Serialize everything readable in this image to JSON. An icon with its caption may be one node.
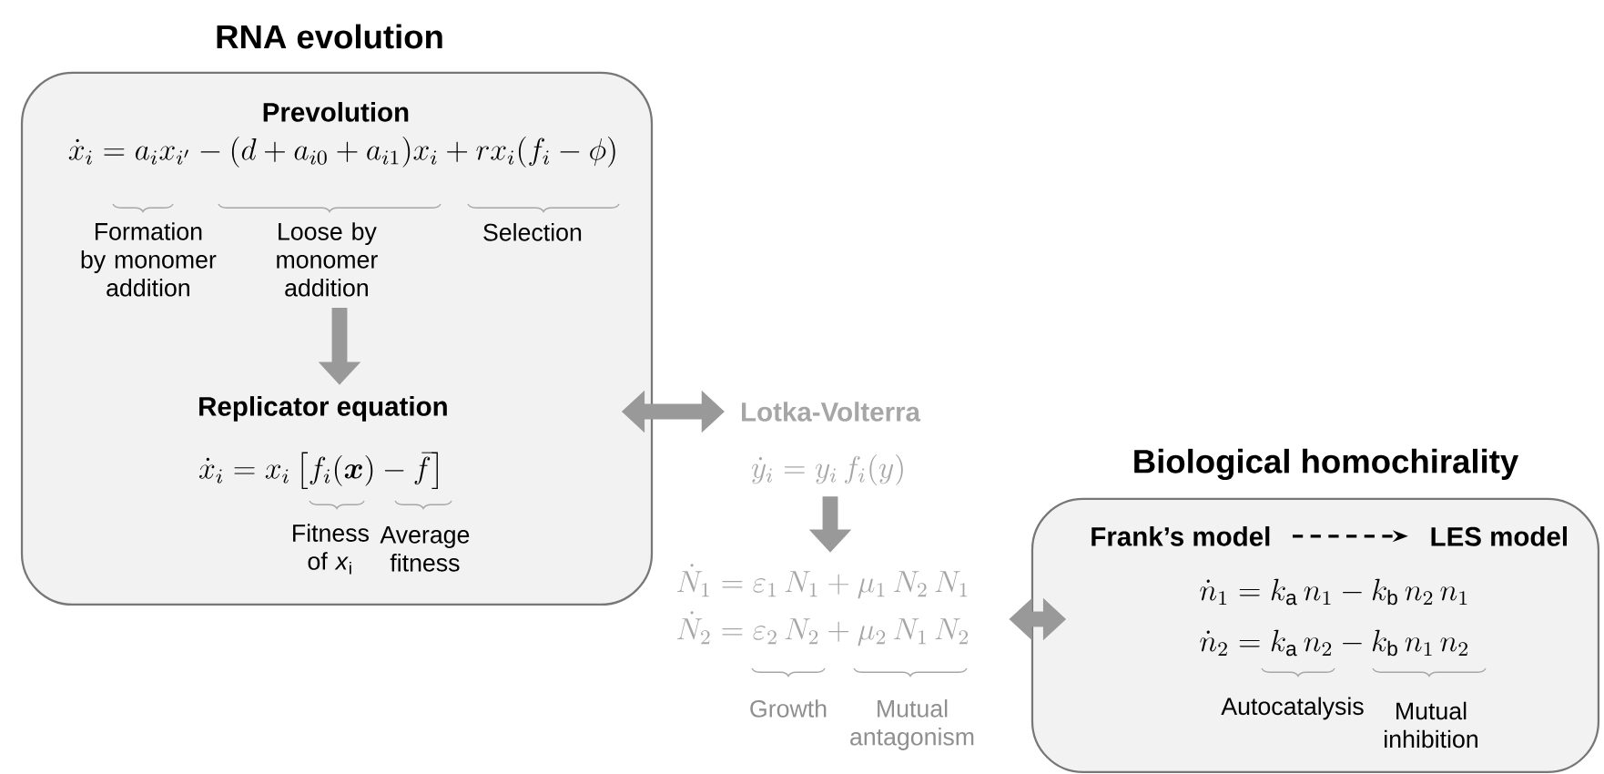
{
  "diagram": {
    "nodes": [
      {
        "text": [
          "RNA evolution"
        ]
      },
      {
        "text": [
          "Prevolution",
          "\\dot{x}_i = a_i x_{i'} - (d + a_{i0} + a_{i1}) x_i + r x_i (f_i - \\phi)",
          "Formation by monomer addition",
          "Loose by monomer addition",
          "Selection"
        ],
        "in": 0
      },
      {
        "text": [
          "Replicator equation",
          "\\dot{x}_i = x_i \\left[ f_i(\\boldsymbol{x}) - \\bar{f} \\right]",
          "Fitness of *x*$_{i}$",
          "Average fitness"
        ],
        "in": 0
      },
      {
        "text": [
          "Lotka-Volterra",
          "\\dot{y}_i = y_i\\, f_i(y)"
        ]
      },
      {
        "text": [
          "\\dot{N}_1 = \\varepsilon_1\\, N_1 + \\mu_1\\, N_2\\, N_1",
          "\\dot{N}_2 = \\varepsilon_2\\, N_2 + \\mu_2\\, N_1\\, N_2",
          "Growth",
          "Mutual antagonism"
        ]
      },
      {
        "text": [
          "Biological homochirality",
          "\\dot{n}_1 = k_{\\mathrm{a}}\\, n_1 - k_{\\mathrm{b}}\\, n_2\\, n_1",
          "\\dot{n}_2 = k_{\\mathrm{a}}\\, n_2 - k_{\\mathrm{b}}\\, n_1\\, n_2",
          "Autocatalysis",
          "Mutual inhibition"
        ]
      },
      {
        "text": [
          "Frank’s model"
        ],
        "in": 5
      },
      {
        "text": [
          "LES model"
        ],
        "in": 5
      }
    ],
    "edges": [
      {
        "from": 1,
        "to": 2,
        "arrow": "to"
      },
      {
        "from": 0,
        "to": 3,
        "arrow": "both"
      },
      {
        "from": 3,
        "to": 4,
        "arrow": "to"
      },
      {
        "from": 4,
        "to": 5,
        "arrow": "both"
      },
      {
        "from": 6,
        "to": 7,
        "arrow": "to",
        "style": "dashed",
        "color": "#000000"
      }
    ]
  }
}
